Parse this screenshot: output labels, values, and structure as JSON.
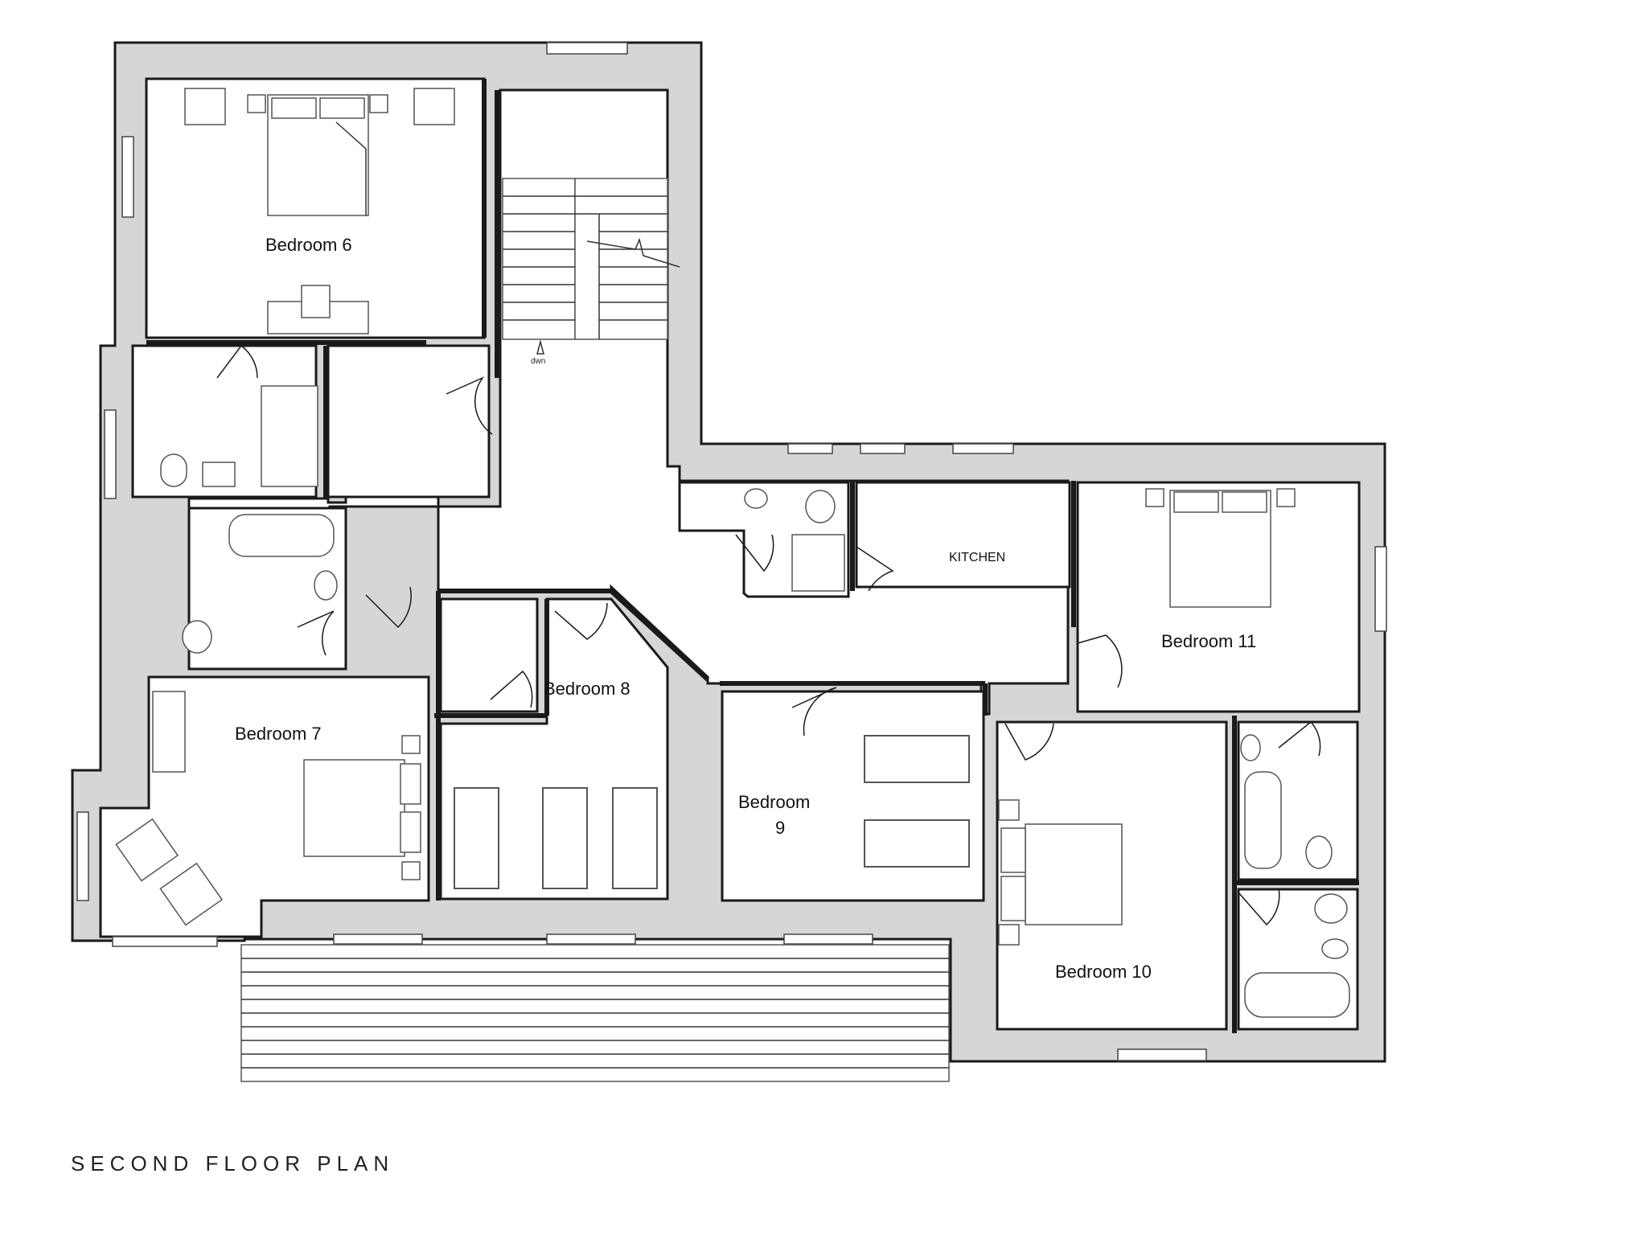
{
  "plan_title": "SECOND FLOOR PLAN",
  "rooms": {
    "bedroom_6": "Bedroom 6",
    "bedroom_7": "Bedroom 7",
    "bedroom_8": "Bedroom 8",
    "bedroom_9_line1": "Bedroom",
    "bedroom_9_line2": "9",
    "bedroom_10": "Bedroom 10",
    "bedroom_11": "Bedroom 11",
    "kitchen": "KITCHEN"
  },
  "stair_label": "dwn"
}
